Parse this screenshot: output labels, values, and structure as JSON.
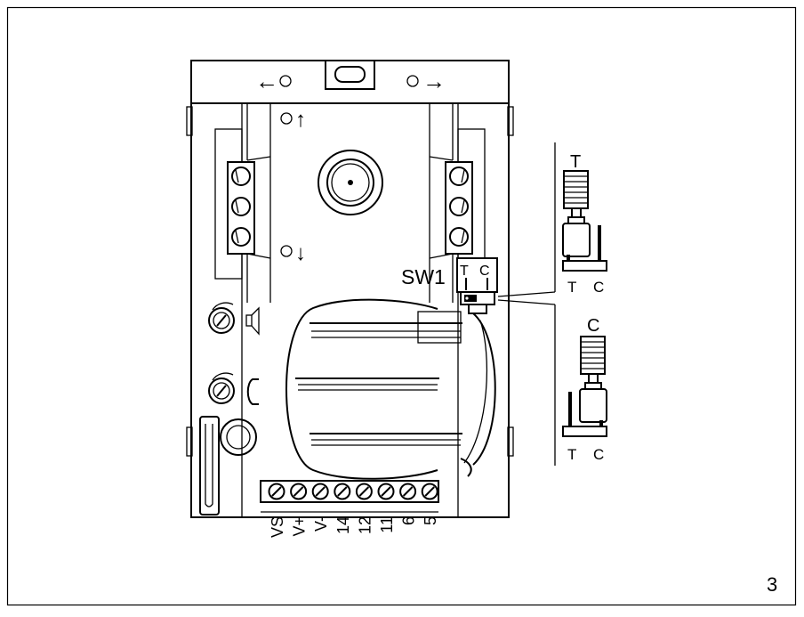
{
  "figure": {
    "number": "3"
  },
  "arrows": {
    "left": "←",
    "right": "→",
    "up": "↑",
    "down": "↓"
  },
  "switch": {
    "name": "SW1",
    "pos_t": "T",
    "pos_c": "C"
  },
  "detail_t": {
    "title": "T",
    "label_t": "T",
    "label_c": "C"
  },
  "detail_c": {
    "title": "C",
    "label_t": "T",
    "label_c": "C"
  },
  "terminals": {
    "labels": [
      "VS",
      "V+",
      "V-",
      "14",
      "12",
      "11",
      "6",
      "5"
    ]
  }
}
